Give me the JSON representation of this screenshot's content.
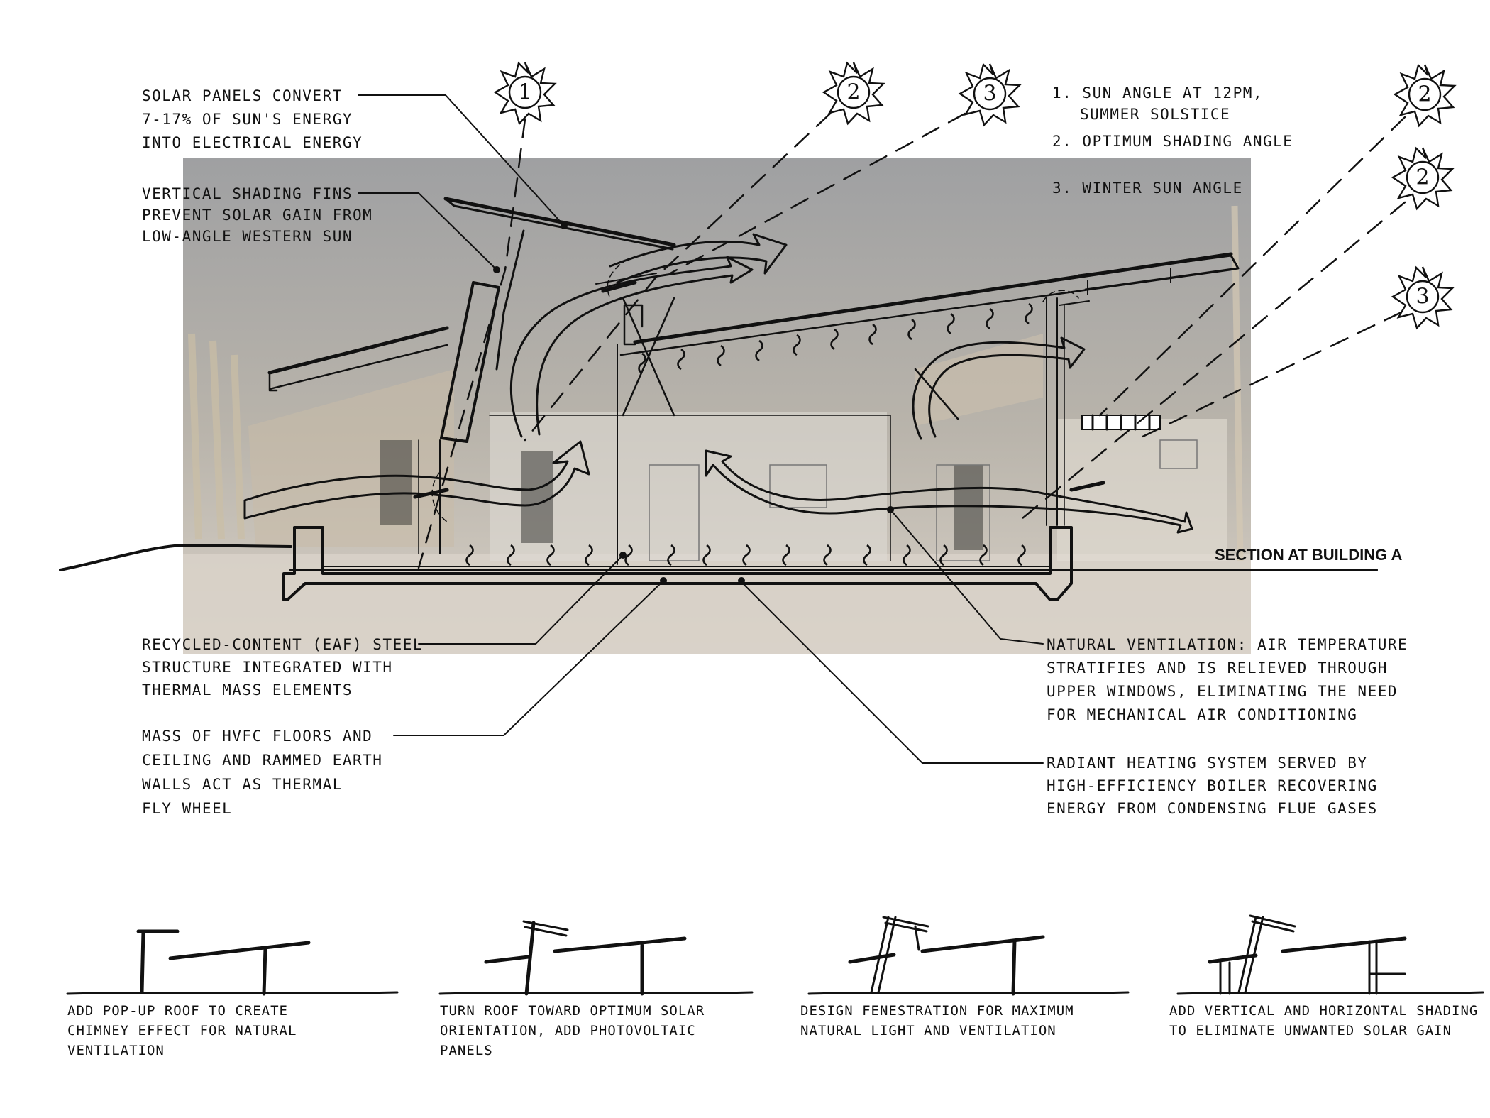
{
  "section_label": "SECTION AT BUILDING A",
  "sun_legend": [
    "1. SUN ANGLE AT 12PM,",
    "SUMMER SOLSTICE",
    "2. OPTIMUM SHADING ANGLE",
    "3. WINTER SUN ANGLE"
  ],
  "sun_markers": [
    "1",
    "2",
    "3",
    "2",
    "2",
    "3"
  ],
  "annotations": {
    "solar_panels": [
      "SOLAR PANELS CONVERT",
      "7-17% OF SUN'S ENERGY",
      "INTO ELECTRICAL ENERGY"
    ],
    "shading_fins": [
      "VERTICAL SHADING FINS",
      "PREVENT SOLAR GAIN FROM",
      "LOW-ANGLE WESTERN SUN"
    ],
    "steel": [
      "RECYCLED-CONTENT (EAF) STEEL",
      "STRUCTURE INTEGRATED WITH",
      "THERMAL MASS ELEMENTS"
    ],
    "mass": [
      "MASS OF HVFC FLOORS AND",
      "CEILING AND RAMMED EARTH",
      "WALLS ACT AS THERMAL",
      "FLY WHEEL"
    ],
    "ventilation": [
      "NATURAL VENTILATION: AIR TEMPERATURE",
      "STRATIFIES AND IS RELIEVED THROUGH",
      "UPPER WINDOWS, ELIMINATING THE NEED",
      "FOR MECHANICAL AIR CONDITIONING"
    ],
    "radiant": [
      "RADIANT HEATING SYSTEM SERVED BY",
      "HIGH-EFFICIENCY BOILER RECOVERING",
      "ENERGY FROM CONDENSING FLUE GASES"
    ]
  },
  "steps": [
    [
      "ADD POP-UP ROOF TO CREATE",
      "CHIMNEY EFFECT FOR NATURAL",
      "VENTILATION"
    ],
    [
      "TURN ROOF TOWARD OPTIMUM SOLAR",
      "ORIENTATION, ADD PHOTOVOLTAIC",
      "PANELS"
    ],
    [
      "DESIGN FENESTRATION FOR MAXIMUM",
      "NATURAL LIGHT AND VENTILATION"
    ],
    [
      "ADD VERTICAL AND HORIZONTAL SHADING",
      "TO ELIMINATE UNWANTED SOLAR GAIN"
    ]
  ]
}
